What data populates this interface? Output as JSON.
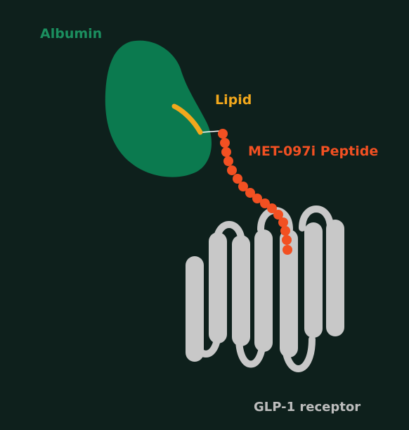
{
  "labels": {
    "albumin": "Albumin",
    "lipid": "Lipid",
    "peptide": "MET-097i Peptide",
    "receptor": "GLP-1 receptor"
  },
  "colors": {
    "background": "#0e201c",
    "albumin": "#0b7a4f",
    "albumin_text": "#1b8f5f",
    "lipid": "#f2a81c",
    "peptide": "#f25022",
    "receptor": "#c8c8c8",
    "receptor_text": "#bdbdbd",
    "linker": "#ffffff"
  },
  "peptide": {
    "residue_count": 17
  },
  "receptor": {
    "helix_count": 7
  }
}
